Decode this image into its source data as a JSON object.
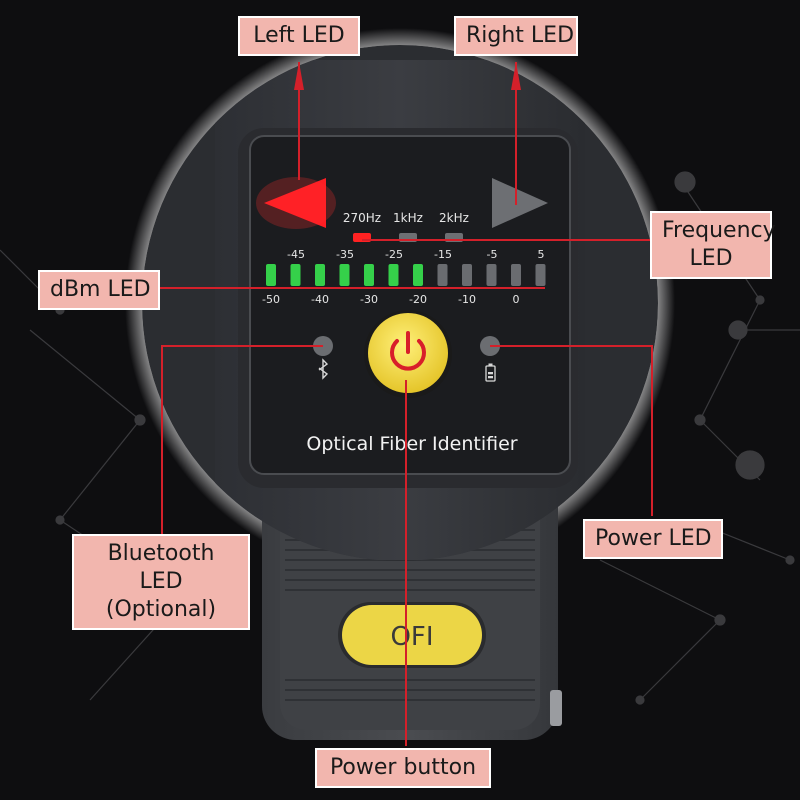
{
  "callouts": {
    "left_led": "Left LED",
    "right_led": "Right LED",
    "frequency_led_1": "Frequency",
    "frequency_led_2": "LED",
    "dbm_led": "dBm LED",
    "bluetooth_led_1": "Bluetooth LED",
    "bluetooth_led_2": "(Optional)",
    "power_led": "Power LED",
    "power_button": "Power button"
  },
  "device": {
    "panel_title": "Optical Fiber Identifier",
    "bottom_button_label": "OFI",
    "frequencies": [
      "270Hz",
      "1kHz",
      "2kHz"
    ],
    "active_frequency": "270Hz",
    "dbm_top_scale": [
      "-45",
      "-35",
      "-25",
      "-15",
      "-5",
      "5"
    ],
    "dbm_bottom_scale": [
      "-50",
      "-40",
      "-30",
      "-20",
      "-10",
      "0"
    ],
    "dbm_leds_lit": 7,
    "dbm_leds_total": 12,
    "left_led_state": "on",
    "right_led_state": "off",
    "colors": {
      "callout_fill": "#f2b6ae",
      "leader_line": "#d4202a",
      "led_green": "#35d04a",
      "led_red": "#ff2020",
      "power_button": "#f0d63a",
      "power_icon": "#d81e2a"
    },
    "icons": [
      "left-arrow-led-icon",
      "right-arrow-led-icon",
      "bluetooth-icon",
      "battery-icon",
      "power-icon"
    ]
  }
}
